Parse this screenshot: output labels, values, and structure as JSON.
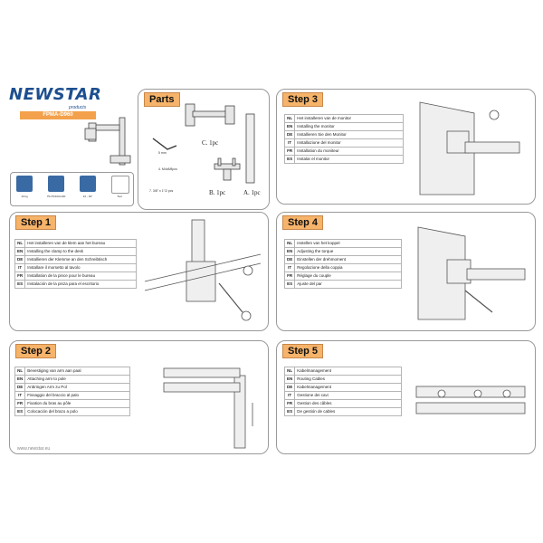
{
  "brand": {
    "name": "NEWSTAR",
    "sub": "products",
    "model": "FPMA-D960"
  },
  "specs": [
    {
      "icon": "weight-icon",
      "label": "10 kg"
    },
    {
      "icon": "vesa-icon",
      "label": "75x75/100x100"
    },
    {
      "icon": "screen-size-icon",
      "label": "10 - 30\""
    },
    {
      "icon": "tool-icon",
      "label": "Tool"
    }
  ],
  "parts": {
    "title": "Parts",
    "items": {
      "key": "5 mm",
      "screws_a": "4. M4x8/8pcs",
      "screws_b": "7. 3/8\" x 1\"/2 pcs",
      "c": "C. 1pc",
      "b": "B. 1pc",
      "a": "A. 1pc"
    }
  },
  "steps": [
    {
      "title": "Step 1",
      "lines": [
        {
          "code": "NL",
          "text": "Het installeren van de klem aan het bureau"
        },
        {
          "code": "EN",
          "text": "Installing the clamp to the desk"
        },
        {
          "code": "DE",
          "text": "Installieren der Klemme an den Schreibtisch"
        },
        {
          "code": "IT",
          "text": "Installare il morsetto al tavolo"
        },
        {
          "code": "FR",
          "text": "Installation de la pince pour le bureau"
        },
        {
          "code": "ES",
          "text": "Instalación de la pinza para el escritorio"
        }
      ]
    },
    {
      "title": "Step 2",
      "lines": [
        {
          "code": "NL",
          "text": "Bevestiging van arm aan paal"
        },
        {
          "code": "EN",
          "text": "Attaching arm to pole"
        },
        {
          "code": "DE",
          "text": "Anbringen Arm zu Pol"
        },
        {
          "code": "IT",
          "text": "Fissaggio del braccio al palo"
        },
        {
          "code": "FR",
          "text": "Fixation du bras au pôle"
        },
        {
          "code": "ES",
          "text": "Colocación del brazo a polo"
        }
      ]
    },
    {
      "title": "Step 3",
      "lines": [
        {
          "code": "NL",
          "text": "Het installeren van de monitor"
        },
        {
          "code": "EN",
          "text": "Installing the monitor"
        },
        {
          "code": "DE",
          "text": "Installieren Sie den Monitor"
        },
        {
          "code": "IT",
          "text": "Installazione del monitor"
        },
        {
          "code": "FR",
          "text": "Installation du moniteur"
        },
        {
          "code": "ES",
          "text": "Instalar el monitor"
        }
      ]
    },
    {
      "title": "Step 4",
      "lines": [
        {
          "code": "NL",
          "text": "Instellen van het koppel"
        },
        {
          "code": "EN",
          "text": "Adjusting the torque"
        },
        {
          "code": "DE",
          "text": "Einstellen der drehmoment"
        },
        {
          "code": "IT",
          "text": "Regolazione della coppia"
        },
        {
          "code": "FR",
          "text": "Réglage du couple"
        },
        {
          "code": "ES",
          "text": "Ajuste del par"
        }
      ]
    },
    {
      "title": "Step 5",
      "lines": [
        {
          "code": "NL",
          "text": "Kabelmanagement"
        },
        {
          "code": "EN",
          "text": "Routing Cables"
        },
        {
          "code": "DE",
          "text": "Kabelmanagement"
        },
        {
          "code": "IT",
          "text": "Gestione dei cavi"
        },
        {
          "code": "FR",
          "text": "Gestion des câbles"
        },
        {
          "code": "ES",
          "text": "De gestión de cables"
        }
      ]
    }
  ],
  "footer": "www.newstar.eu"
}
